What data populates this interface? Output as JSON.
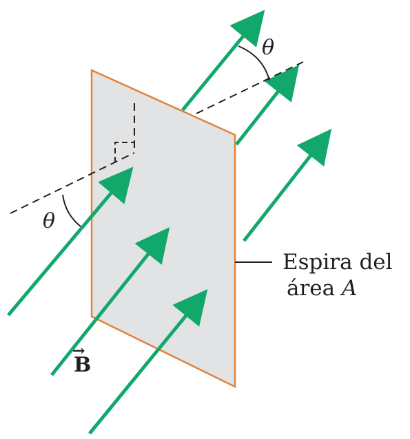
{
  "diagram": {
    "angle_symbol": "θ",
    "field_symbol": "B",
    "field_vector_arrow": "→",
    "caption_line1": "Espira del",
    "caption_line2_prefix": "área ",
    "caption_line2_var": "A",
    "colors": {
      "field_lines": "#12a86b",
      "loop_border": "#e0823a",
      "loop_fill": "#e2e3e4",
      "dashed_lines": "#231f20",
      "text": "#231f20"
    }
  }
}
